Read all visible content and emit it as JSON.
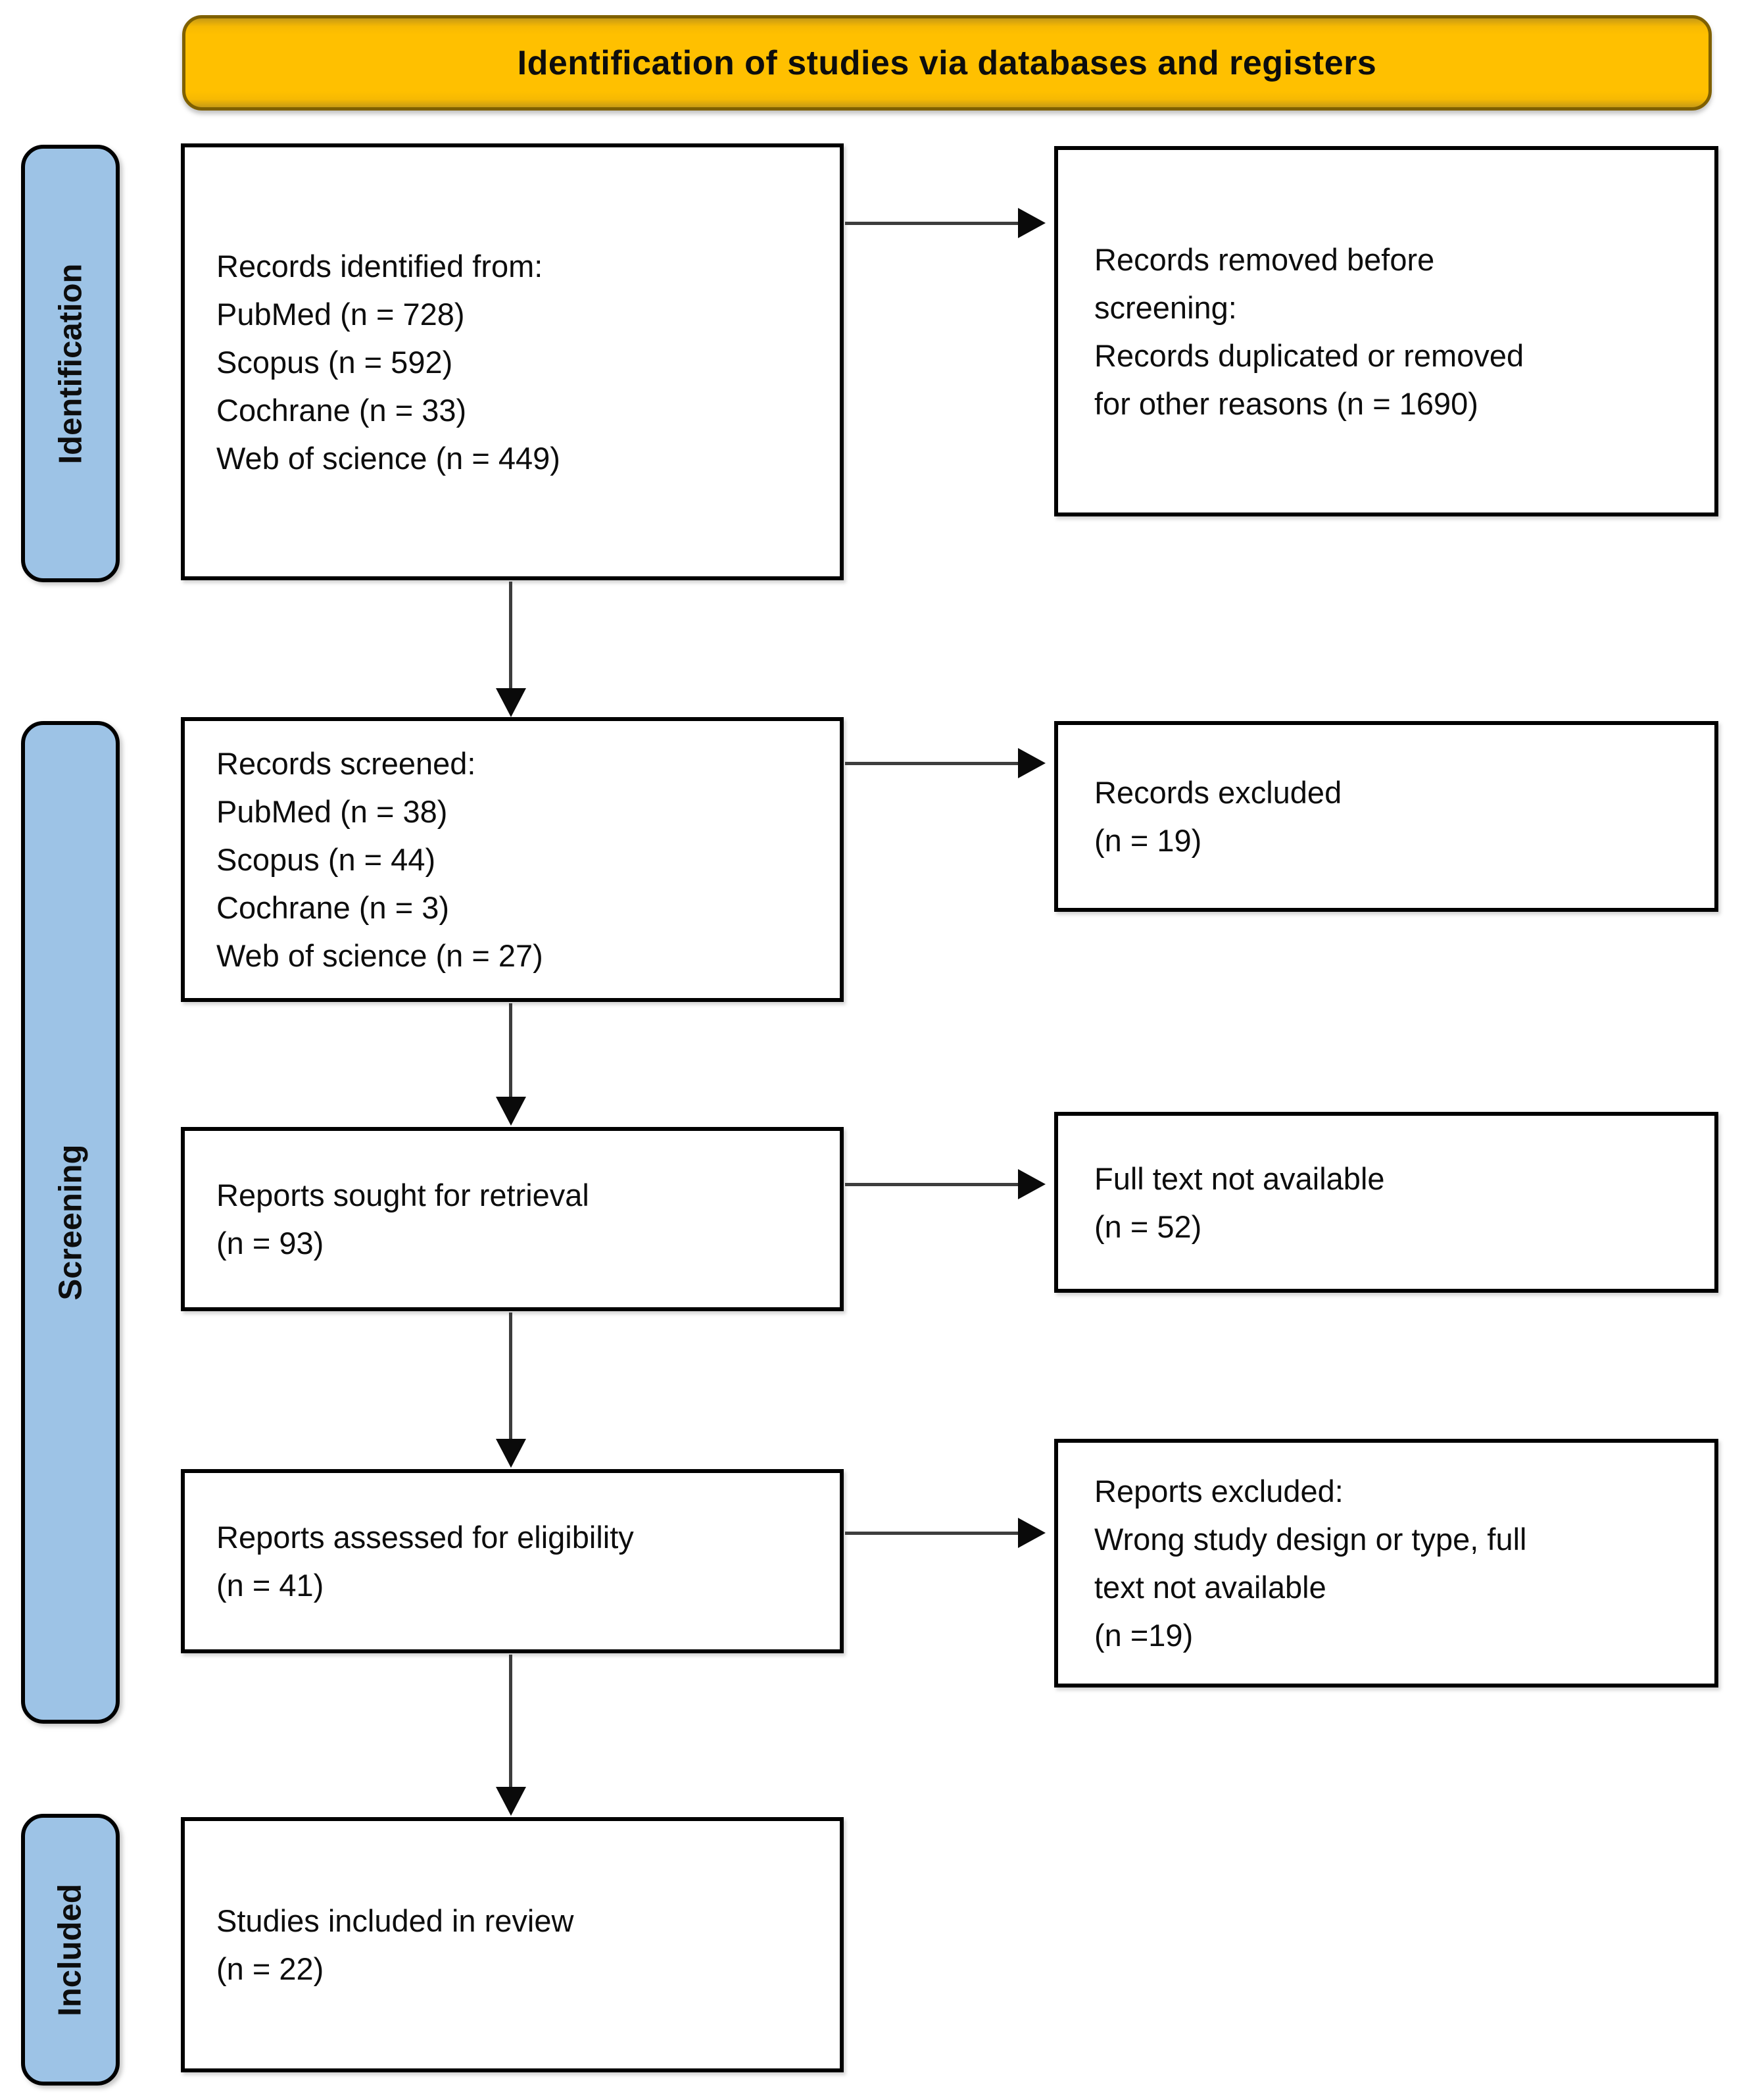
{
  "banner": {
    "label": "Identification of studies via databases and registers"
  },
  "colors": {
    "banner_bg": "#FFC000",
    "banner_border": "#7F6000",
    "stage_bg": "#9DC3E6",
    "stage_border": "#000000",
    "box_border": "#000000",
    "arrow_line": "#3d3d3d",
    "arrow_head": "#0a0a0a"
  },
  "stages": [
    {
      "label": "Identification"
    },
    {
      "label": "Screening"
    },
    {
      "label": "Included"
    }
  ],
  "boxes": {
    "records_identified": {
      "lines": [
        "Records identified from:",
        "PubMed (n = 728)",
        "Scopus (n = 592)",
        "Cochrane (n = 33)",
        "Web of science (n = 449)"
      ]
    },
    "records_removed": {
      "lines": [
        "Records removed before",
        "screening:",
        "Records duplicated or removed",
        "for other reasons (n = 1690)"
      ]
    },
    "records_screened": {
      "lines": [
        "Records screened:",
        "PubMed (n = 38)",
        "Scopus (n = 44)",
        "Cochrane (n = 3)",
        "Web of science (n = 27)"
      ]
    },
    "records_excluded": {
      "lines": [
        "Records excluded",
        "(n = 19)"
      ]
    },
    "reports_sought": {
      "lines": [
        "Reports sought for retrieval",
        "(n = 93)"
      ]
    },
    "fulltext_na": {
      "lines": [
        "Full text not available",
        "(n = 52)"
      ]
    },
    "reports_assessed": {
      "lines": [
        "Reports assessed for eligibility",
        "(n = 41)"
      ]
    },
    "reports_excluded": {
      "lines": [
        "Reports excluded:",
        "Wrong study design or type, full",
        "text not available",
        "(n =19)"
      ]
    },
    "studies_included": {
      "lines": [
        "Studies included in review",
        "(n = 22)"
      ]
    }
  }
}
